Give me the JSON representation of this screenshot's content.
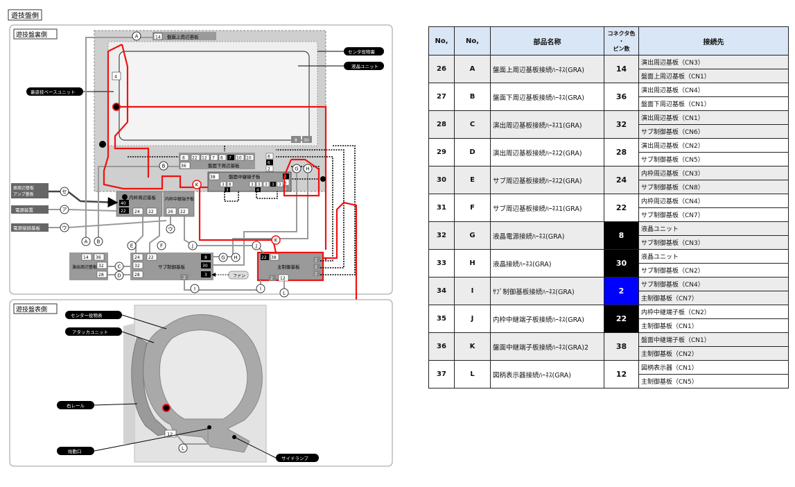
{
  "sheet_title": "遊技盤側",
  "back_panel": {
    "title": "遊技盤裏側",
    "labels": {
      "center_deco": "センタ役物裏",
      "lcd_unit": "液晶ユニット",
      "back_base": "裏遊技ベースユニット",
      "frame_board": "扉周辺基板\nアンプ基板",
      "power": "電源装置",
      "power_relay": "電源接続基板",
      "fan": "ファン"
    },
    "boards": {
      "upper": "盤面上周辺基板",
      "lower": "盤面下周辺基板",
      "relay": "盤面中継端子板",
      "inner_relay": "内枠中継端子板",
      "inner_periph": "内枠周辺基板",
      "perf_periph": "演出周辺基板",
      "sub_ctrl": "サブ制御基板",
      "main_ctrl": "主制御基板"
    },
    "pins": {
      "upper_a": "14",
      "lcd_left": "4",
      "lcd_8": "8",
      "lcd_30": "30",
      "lower_row": [
        "22",
        "12",
        "7",
        "6",
        "7",
        "10",
        "10"
      ],
      "lower_6": "6",
      "lower_36": "36",
      "lower_right": [
        "6",
        "6",
        "2"
      ],
      "relay_38": "38",
      "relay_row": [
        "3",
        "8",
        "3",
        "3",
        "3",
        "3",
        "3"
      ],
      "relay_right": [
        "2",
        "3",
        "2"
      ],
      "relay_small": [
        "3",
        "4"
      ],
      "inner_periph": [
        "40",
        "22",
        "24",
        "22"
      ],
      "inner_relay": [
        "26",
        "22"
      ],
      "perf": [
        "14",
        "36",
        "32",
        "28"
      ],
      "sub_left": [
        "24",
        "22",
        "32",
        "28"
      ],
      "sub_right": [
        "8",
        "30",
        "3"
      ],
      "sub_bottom": "2",
      "main_top": [
        "22",
        "38"
      ],
      "main_right": [
        "2",
        "2",
        "2"
      ],
      "main_bottom": [
        "2",
        "12"
      ]
    }
  },
  "front_panel": {
    "title": "遊技盤表側",
    "labels": {
      "center_deco": "センター役物表",
      "attacker": "アタッカユニット",
      "right_rail": "右レール",
      "start_port": "始動口",
      "side_lamp": "サイドランプ"
    },
    "pin": "12"
  },
  "letters": [
    "A",
    "B",
    "C",
    "D",
    "E",
    "F",
    "G",
    "H",
    "I",
    "J",
    "K",
    "L",
    "セ",
    "ア",
    "ウ"
  ],
  "table": {
    "headers": [
      "No,",
      "No,",
      "部品名称",
      "コネクタ色\n・\nピン数",
      "接続先"
    ],
    "rows": [
      {
        "no": "26",
        "id": "A",
        "name": "盤面上周辺基板接続ﾊｰﾈｽ(GRA)",
        "pins": "14",
        "color": "",
        "dest": [
          "演出周辺基板（CN3）",
          "盤面上周辺基板（CN1）"
        ]
      },
      {
        "no": "27",
        "id": "B",
        "name": "盤面下周辺基板接続ﾊｰﾈｽ(GRA)",
        "pins": "36",
        "color": "",
        "dest": [
          "演出周辺基板（CN4）",
          "盤面下周辺基板（CN1）"
        ]
      },
      {
        "no": "28",
        "id": "C",
        "name": "演出周辺基板接続ﾊｰﾈｽ1(GRA)",
        "pins": "32",
        "color": "",
        "dest": [
          "演出周辺基板（CN1）",
          "サブ制御基板（CN6）"
        ]
      },
      {
        "no": "29",
        "id": "D",
        "name": "演出周辺基板接続ﾊｰﾈｽ2(GRA)",
        "pins": "28",
        "color": "",
        "dest": [
          "演出周辺基板（CN2）",
          "サブ制御基板（CN5）"
        ]
      },
      {
        "no": "30",
        "id": "E",
        "name": "サブ周辺基板接続ﾊｰﾈｽ2(GRA)",
        "pins": "24",
        "color": "",
        "dest": [
          "内枠周辺基板（CN3）",
          "サブ制御基板（CN8）"
        ]
      },
      {
        "no": "31",
        "id": "F",
        "name": "サブ周辺基板接続ﾊｰﾈｽ1(GRA)",
        "pins": "22",
        "color": "",
        "dest": [
          "内枠周辺基板（CN4）",
          "サブ制御基板（CN7）"
        ]
      },
      {
        "no": "32",
        "id": "G",
        "name": "液晶電源接続ﾊｰﾈｽ(GRA)",
        "pins": "8",
        "color": "#000000",
        "dest": [
          "液晶ユニット",
          "サブ制御基板（CN3）"
        ]
      },
      {
        "no": "33",
        "id": "H",
        "name": "液晶接続ﾊｰﾈｽ(GRA)",
        "pins": "30",
        "color": "#000000",
        "dest": [
          "液晶ユニット",
          "サブ制御基板（CN2）"
        ]
      },
      {
        "no": "34",
        "id": "I",
        "name": "ｻﾌﾞ制御基板接続ﾊｰﾈｽ(GRA)",
        "pins": "2",
        "color": "#0000ff",
        "dest": [
          "サブ制御基板（CN4）",
          "主制御基板（CN7）"
        ]
      },
      {
        "no": "35",
        "id": "J",
        "name": "内枠中継端子板接続ﾊｰﾈｽ(GRA)",
        "pins": "22",
        "color": "#000000",
        "dest": [
          "内枠中継端子板（CN2）",
          "主制御基板（CN1）"
        ]
      },
      {
        "no": "36",
        "id": "K",
        "name": "盤面中継端子板接続ﾊｰﾈｽ(GRA)2",
        "pins": "38",
        "color": "",
        "dest": [
          "盤面中継端子板（CN1）",
          "主制御基板（CN2）"
        ]
      },
      {
        "no": "37",
        "id": "L",
        "name": "図柄表示器接続ﾊｰﾈｽ(GRA)",
        "pins": "12",
        "color": "",
        "dest": [
          "図柄表示器（CN1）",
          "主制御基板（CN5）"
        ]
      }
    ]
  }
}
